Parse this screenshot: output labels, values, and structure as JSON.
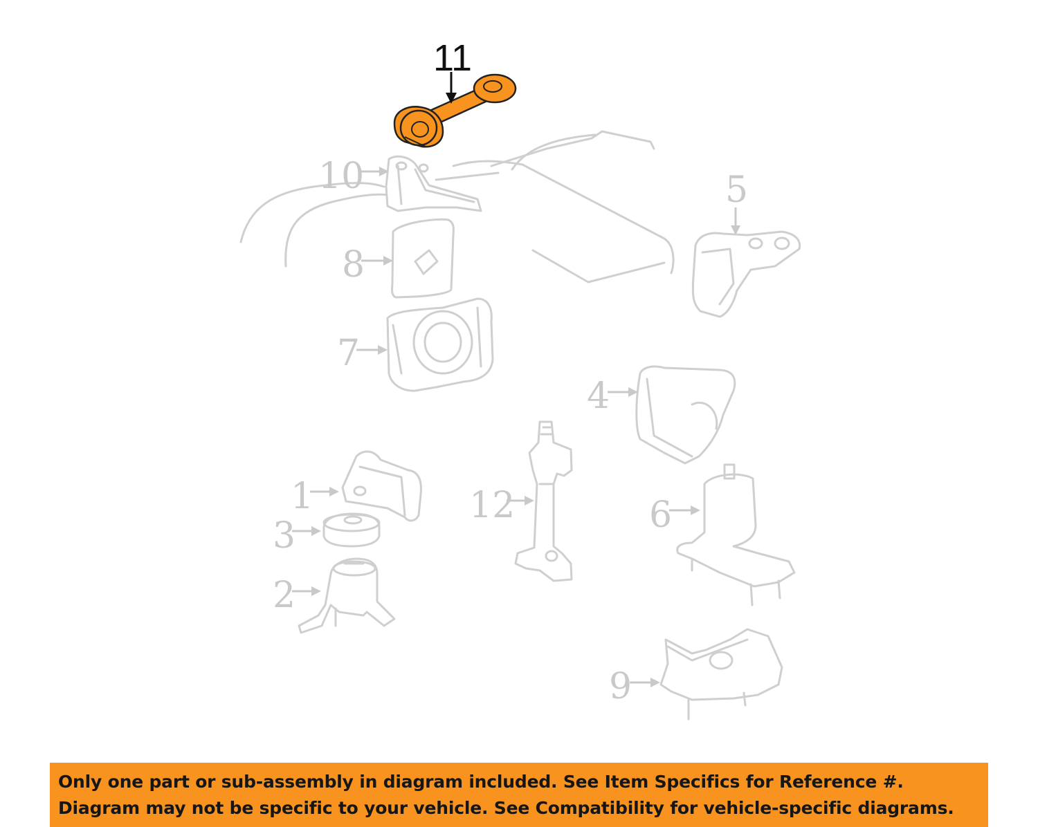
{
  "diagram": {
    "highlight_color": "#f7931e",
    "ghost_color": "#cfcfcf",
    "callouts": {
      "c11": "11",
      "c10": "10",
      "c8": "8",
      "c7": "7",
      "c5": "5",
      "c4": "4",
      "c1": "1",
      "c3": "3",
      "c2": "2",
      "c12": "12",
      "c6": "6",
      "c9": "9"
    }
  },
  "banner": {
    "background": "#f7931e",
    "line1": "Only one part or sub-assembly in diagram included. See Item Specifics for Reference #.",
    "line2": "Diagram may not be specific to your vehicle. See Compatibility for vehicle-specific diagrams."
  }
}
